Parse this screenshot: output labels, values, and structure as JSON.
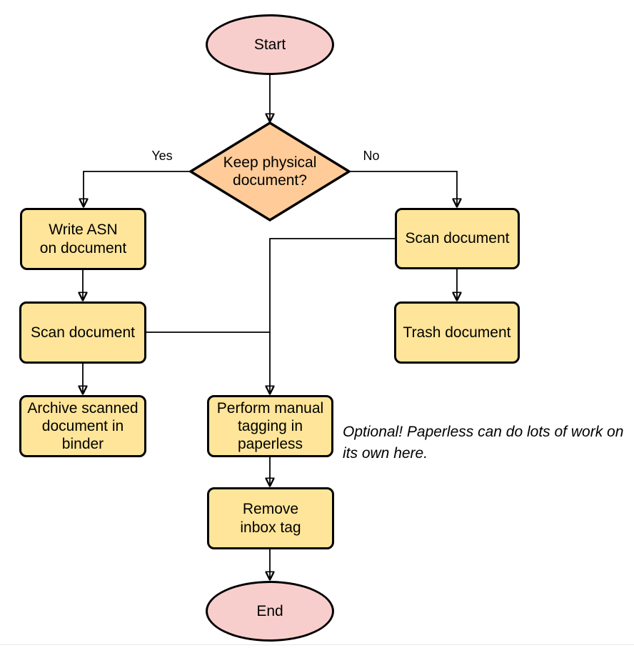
{
  "diagram": {
    "nodes": {
      "start": "Start",
      "decision": "Keep physical\ndocument?",
      "write_asn": "Write ASN\non document",
      "scan_left": "Scan document",
      "archive": "Archive scanned\ndocument in\nbinder",
      "scan_right": "Scan document",
      "trash": "Trash document",
      "tagging": "Perform manual\ntagging in\npaperless",
      "remove_inbox": "Remove\ninbox tag",
      "end": "End"
    },
    "edge_labels": {
      "yes": "Yes",
      "no": "No"
    },
    "note": "Optional! Paperless can do lots of work on\nits own here.",
    "colors": {
      "terminal_fill": "#F8CECC",
      "decision_fill": "#FFCC99",
      "process_fill": "#FFE599",
      "stroke": "#000000",
      "text": "#000000",
      "page_edge": "#E8E8E8"
    }
  }
}
